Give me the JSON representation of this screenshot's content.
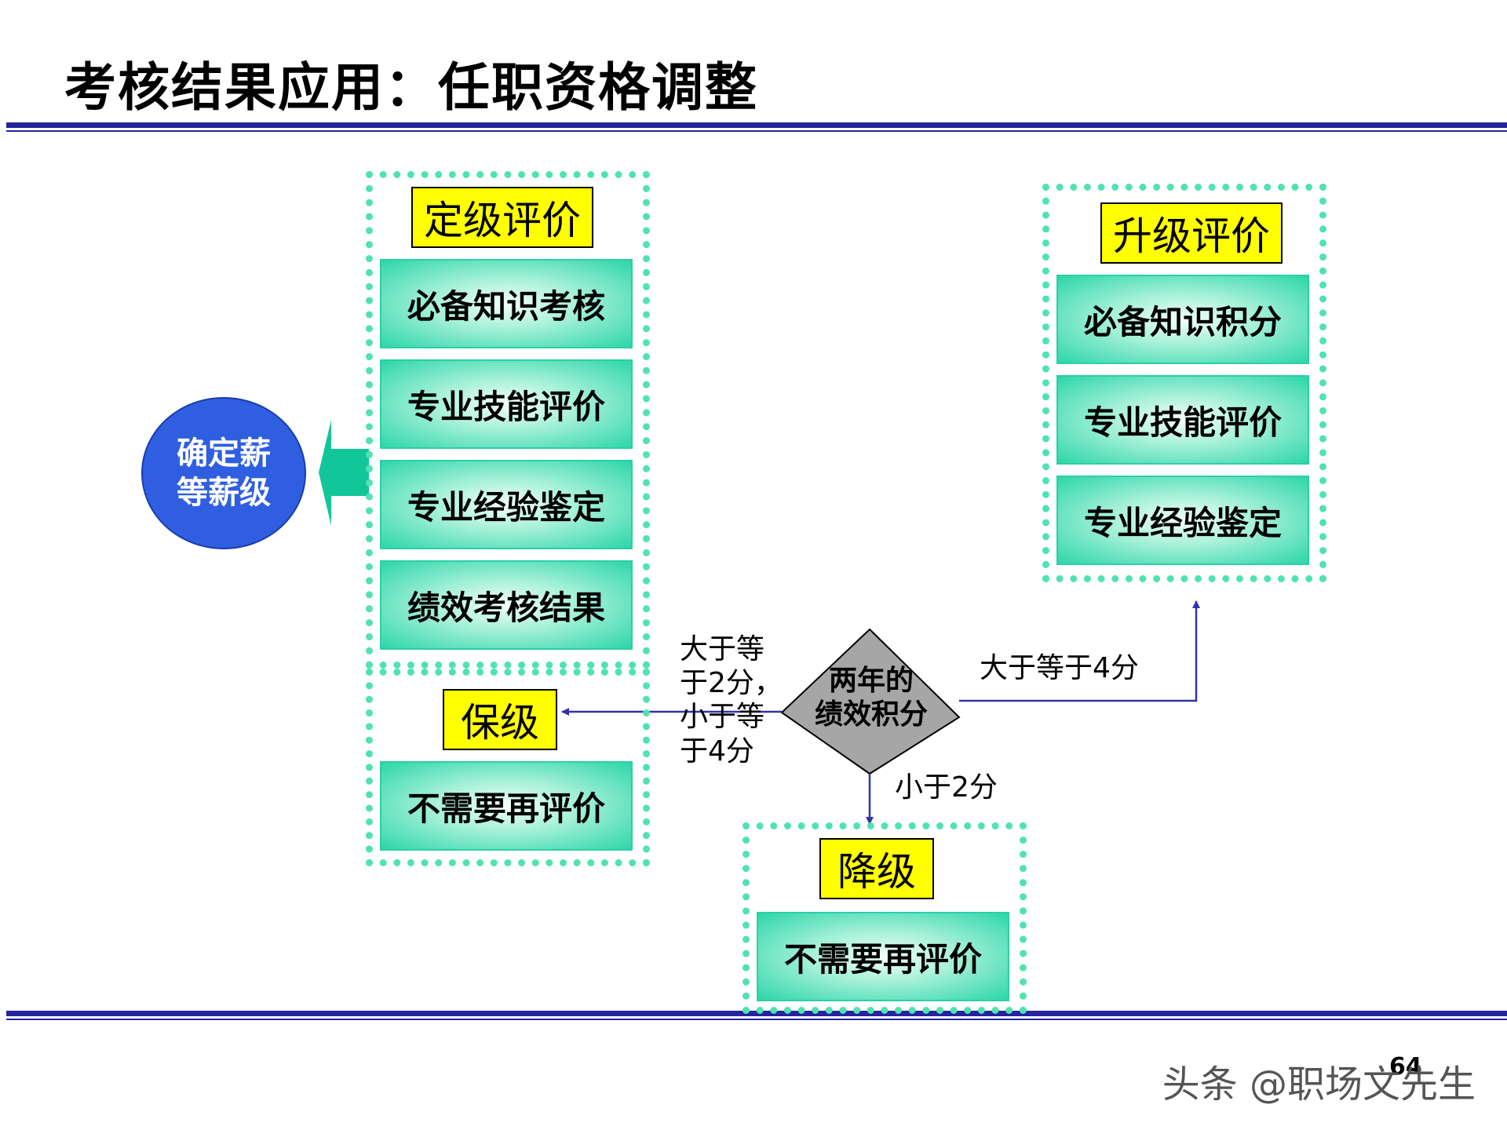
{
  "title": "考核结果应用：任职资格调整",
  "colors": {
    "rule": "#24249c",
    "dotted_border": "#4fe3b0",
    "label_fill": "#ffff00",
    "item_fill": "#2dd6a8",
    "circle_fill": "#2f5fe0",
    "diamond_fill": "#a6a6a6",
    "connector": "#3333aa"
  },
  "grade_eval": {
    "label": "定级评价",
    "items": [
      "必备知识考核",
      "专业技能评价",
      "专业经验鉴定",
      "绩效考核结果"
    ]
  },
  "salary_circle": {
    "line1": "确定薪",
    "line2": "等薪级"
  },
  "upgrade_eval": {
    "label": "升级评价",
    "items": [
      "必备知识积分",
      "专业技能评价",
      "专业经验鉴定"
    ]
  },
  "keep_grade": {
    "label": "保级",
    "item": "不需要再评价"
  },
  "downgrade": {
    "label": "降级",
    "item": "不需要再评价"
  },
  "decision": {
    "line1": "两年的",
    "line2": "绩效积分"
  },
  "conditions": {
    "upgrade": "大于等于4分",
    "keep": [
      "大于等",
      "于2分，",
      "小于等",
      "于4分"
    ],
    "downgrade": "小于2分"
  },
  "page_number": "64",
  "watermark": "头条 @职场文先生"
}
